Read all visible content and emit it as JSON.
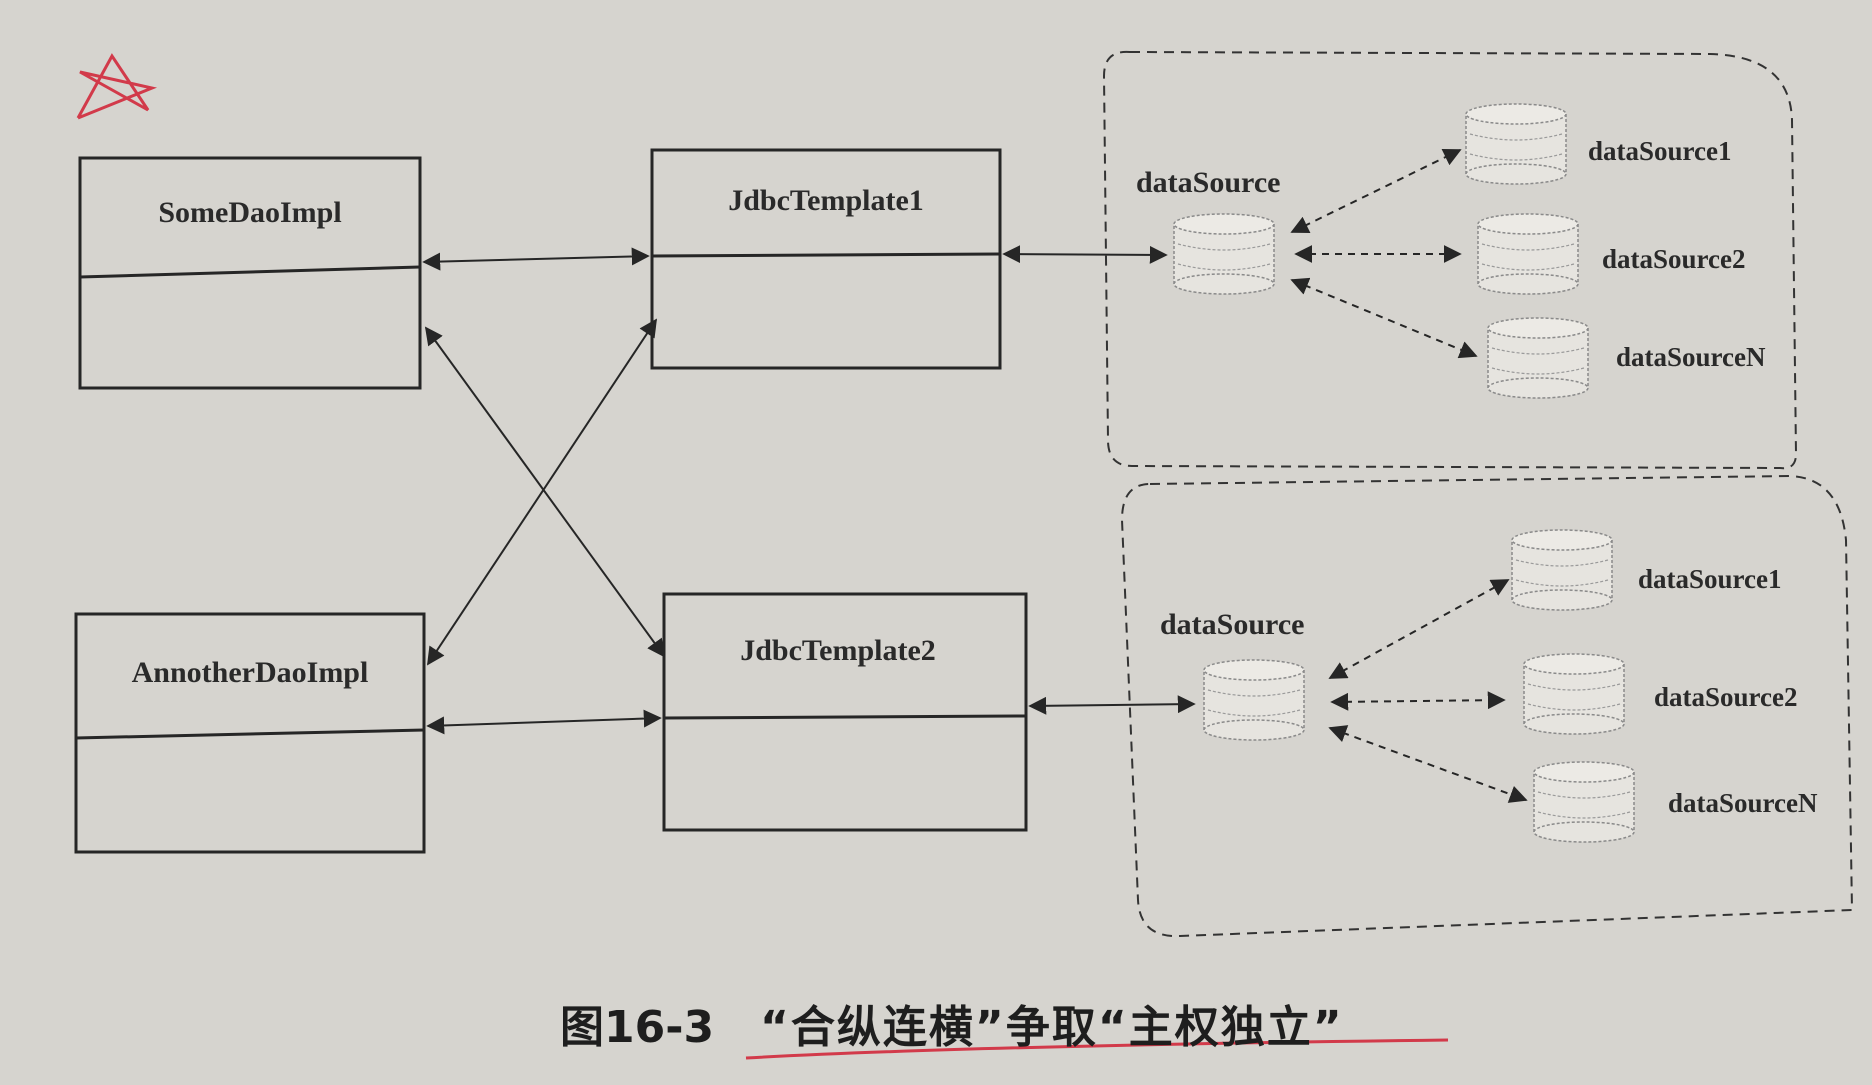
{
  "colors": {
    "paper": "#d6d4cf",
    "ink": "#262626",
    "red_mark": "#d23a4a"
  },
  "classes": {
    "some_dao": "SomeDaoImpl",
    "another_dao": "AnnotherDaoImpl",
    "template1": "JdbcTemplate1",
    "template2": "JdbcTemplate2"
  },
  "groups": [
    {
      "label": "dataSource",
      "targets": [
        "dataSource1",
        "dataSource2",
        "dataSourceN"
      ]
    },
    {
      "label": "dataSource",
      "targets": [
        "dataSource1",
        "dataSource2",
        "dataSourceN"
      ]
    }
  ],
  "caption": {
    "figure_number": "图16-3",
    "title": "“合纵连横”争取“主权独立”"
  },
  "icons": {
    "star_mark": "star-mark-icon",
    "database": "database-icon"
  }
}
